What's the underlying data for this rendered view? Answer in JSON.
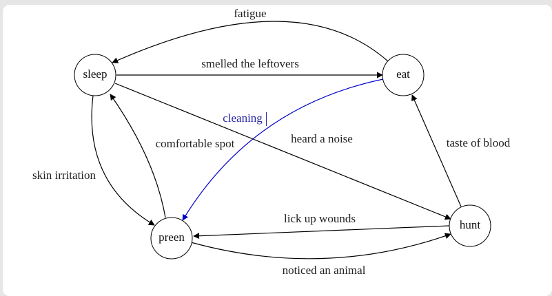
{
  "colors": {
    "stroke": "#000000",
    "highlight": "#0000cc",
    "background": "#ffffff",
    "frame": "#e6e6e6"
  },
  "nodes": {
    "sleep": "sleep",
    "eat": "eat",
    "preen": "preen",
    "hunt": "hunt"
  },
  "edges": {
    "fatigue": "fatigue",
    "smelled_leftovers": "smelled the leftovers",
    "cleaning": "cleaning",
    "heard_noise": "heard a noise",
    "comfortable_spot": "comfortable spot",
    "taste_of_blood": "taste of blood",
    "skin_irritation": "skin irritation",
    "lick_up_wounds": "lick up wounds",
    "noticed_animal": "noticed an animal"
  }
}
